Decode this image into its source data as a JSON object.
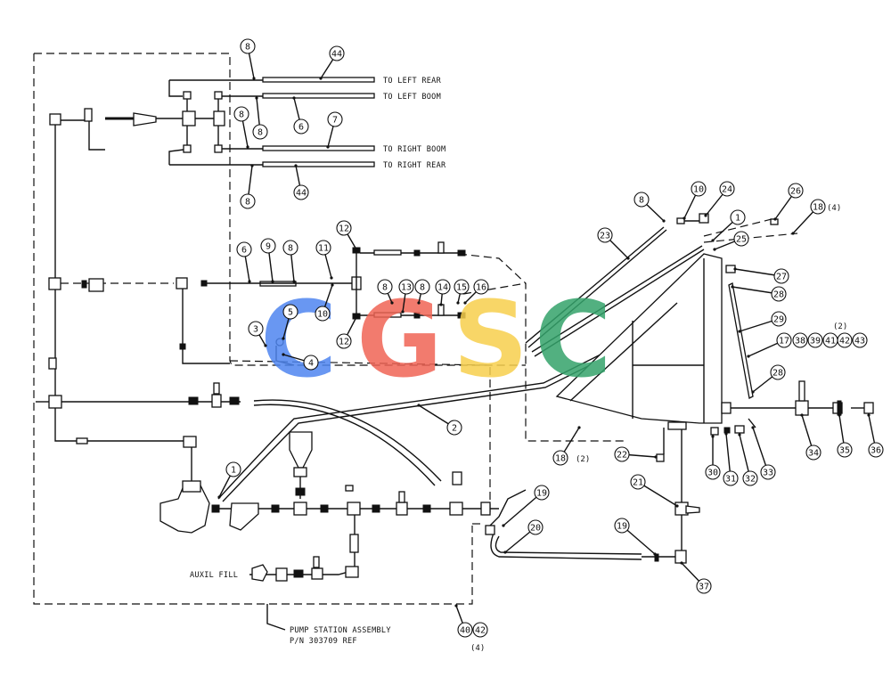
{
  "labels": {
    "left_rear": "TO LEFT REAR",
    "left_boom": "TO LEFT BOOM",
    "right_boom": "TO RIGHT BOOM",
    "right_rear": "TO RIGHT REAR",
    "auxil_fill": "AUXIL FILL",
    "pump_station_line1": "PUMP STATION ASSEMBLY",
    "pump_station_line2": "P/N 303709 REF"
  },
  "quantities": {
    "q18_top": "(4)",
    "q17_group": "(2)",
    "q18_bottom": "(2)",
    "q40_group": "(4)"
  },
  "callouts": [
    "8",
    "44",
    "8",
    "6",
    "8",
    "7",
    "8",
    "44",
    "12",
    "6",
    "9",
    "8",
    "11",
    "10",
    "5",
    "3",
    "4",
    "12",
    "8",
    "13",
    "8",
    "14",
    "15",
    "16",
    "1",
    "2",
    "8",
    "10",
    "24",
    "1",
    "25",
    "26",
    "18",
    "27",
    "28",
    "29",
    "17",
    "38",
    "39",
    "41",
    "42",
    "43",
    "28",
    "23",
    "18",
    "22",
    "30",
    "31",
    "32",
    "33",
    "34",
    "35",
    "36",
    "21",
    "19",
    "20",
    "19",
    "37",
    "40",
    "42"
  ],
  "watermark": {
    "letters": [
      "C",
      "G",
      "S",
      "C"
    ],
    "colors": [
      "#4f86f0",
      "#f06455",
      "#f7cf4d",
      "#34a36b"
    ]
  }
}
